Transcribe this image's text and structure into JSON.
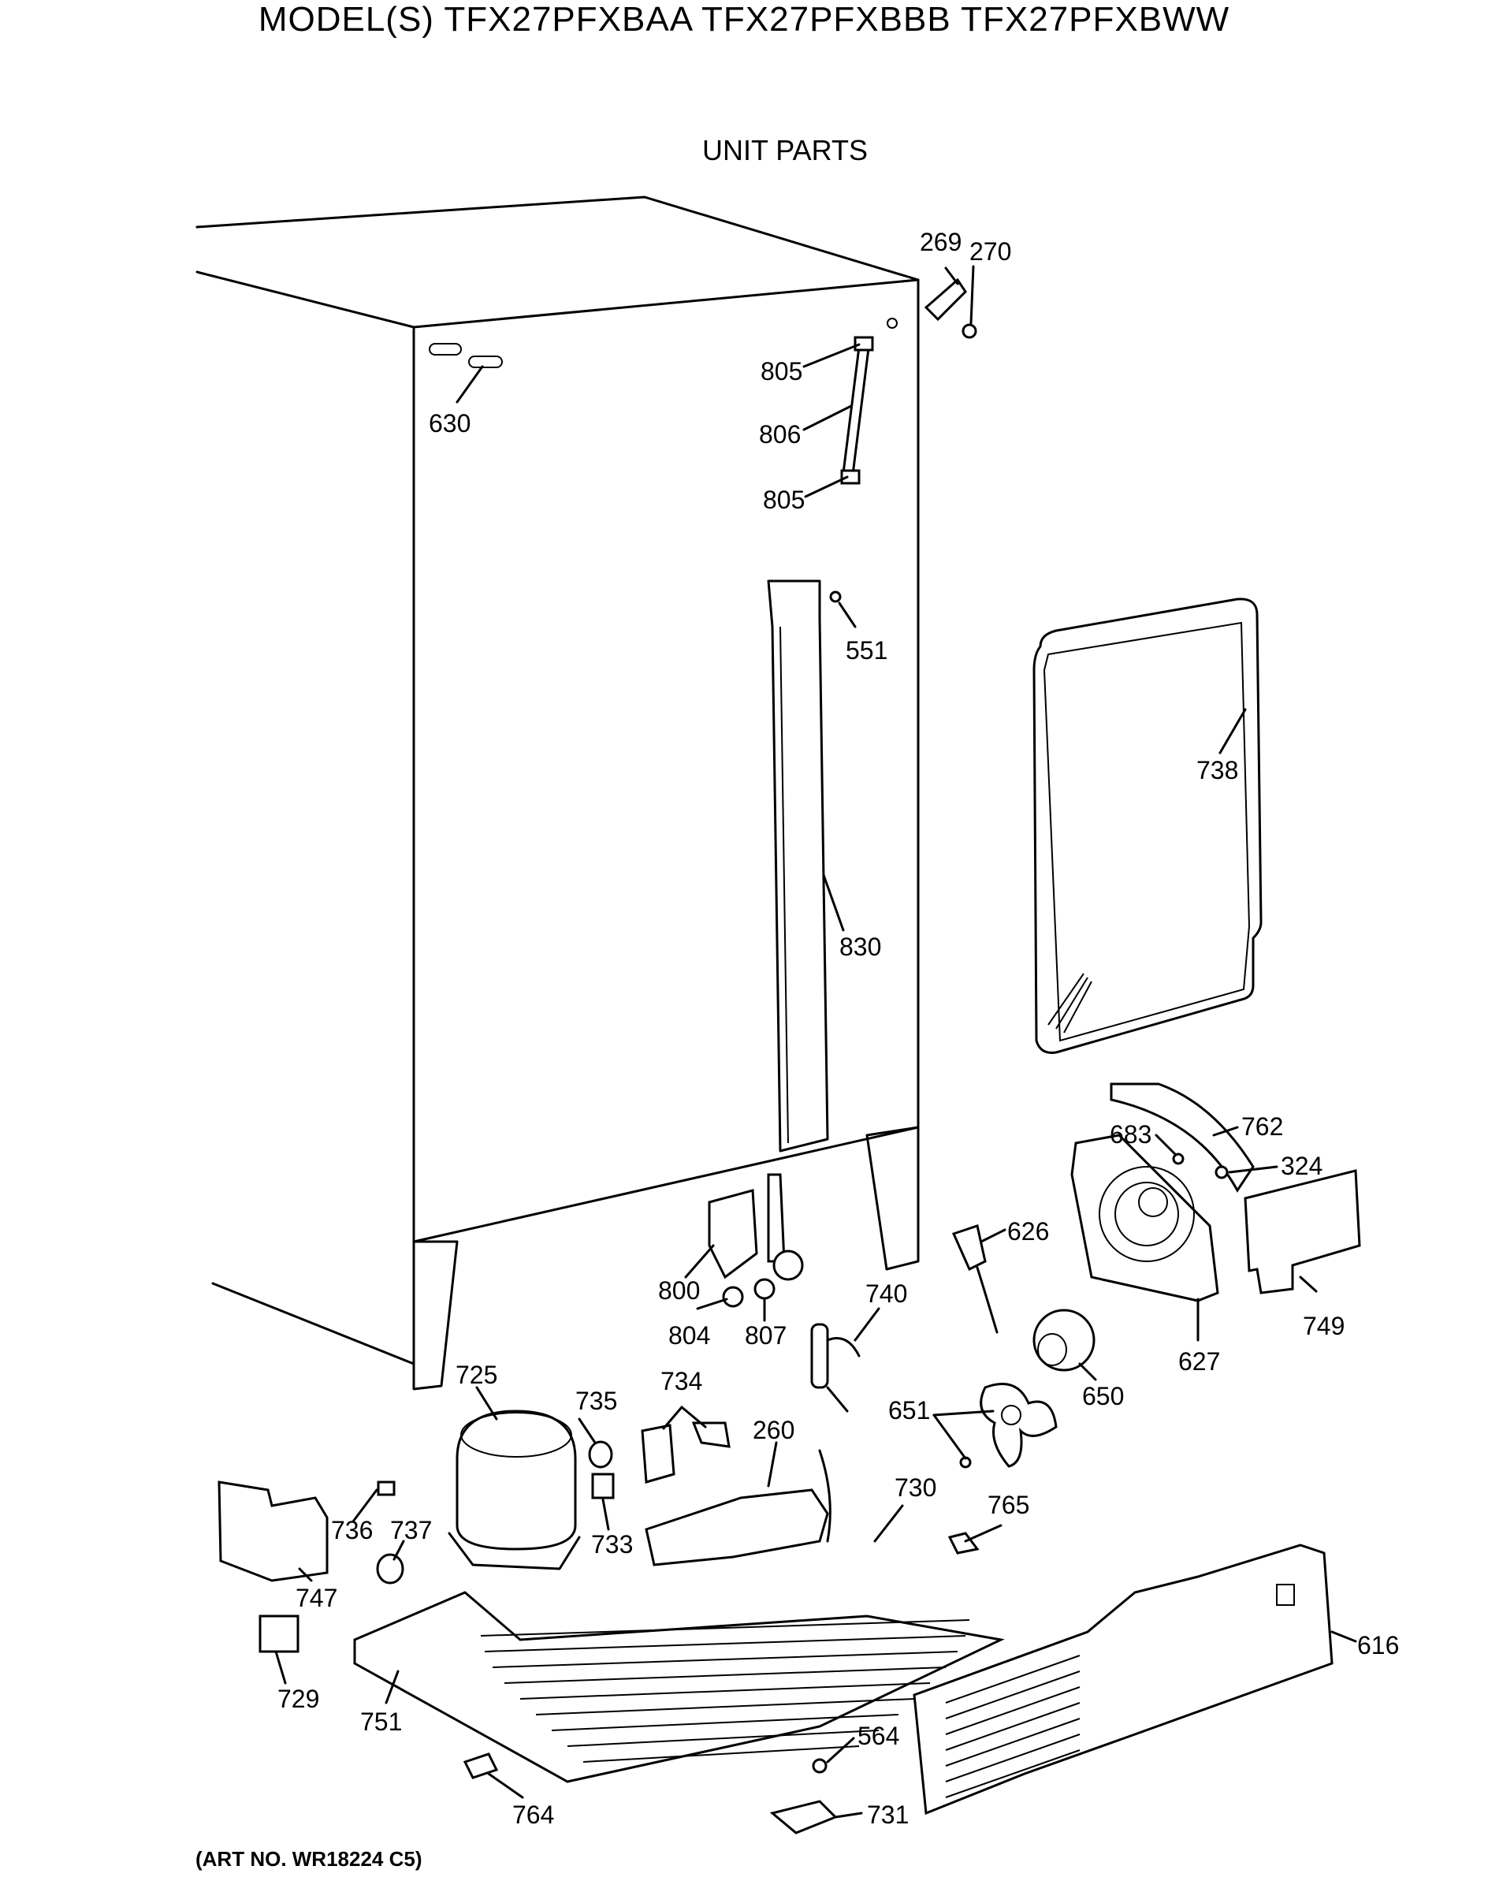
{
  "header": {
    "title": "MODEL(S) TFX27PFXBAA  TFX27PFXBBB  TFX27PFXBWW",
    "subtitle": "UNIT PARTS"
  },
  "footer": {
    "art_no": "(ART NO. WR18224 C5)"
  },
  "callouts": [
    {
      "id": "269"
    },
    {
      "id": "270"
    },
    {
      "id": "805"
    },
    {
      "id": "806"
    },
    {
      "id": "805"
    },
    {
      "id": "630"
    },
    {
      "id": "551"
    },
    {
      "id": "738"
    },
    {
      "id": "830"
    },
    {
      "id": "762"
    },
    {
      "id": "683"
    },
    {
      "id": "324"
    },
    {
      "id": "626"
    },
    {
      "id": "800"
    },
    {
      "id": "804"
    },
    {
      "id": "807"
    },
    {
      "id": "740"
    },
    {
      "id": "749"
    },
    {
      "id": "627"
    },
    {
      "id": "650"
    },
    {
      "id": "725"
    },
    {
      "id": "735"
    },
    {
      "id": "734"
    },
    {
      "id": "651"
    },
    {
      "id": "260"
    },
    {
      "id": "730"
    },
    {
      "id": "765"
    },
    {
      "id": "736"
    },
    {
      "id": "737"
    },
    {
      "id": "733"
    },
    {
      "id": "747"
    },
    {
      "id": "616"
    },
    {
      "id": "729"
    },
    {
      "id": "751"
    },
    {
      "id": "564"
    },
    {
      "id": "731"
    },
    {
      "id": "764"
    }
  ]
}
